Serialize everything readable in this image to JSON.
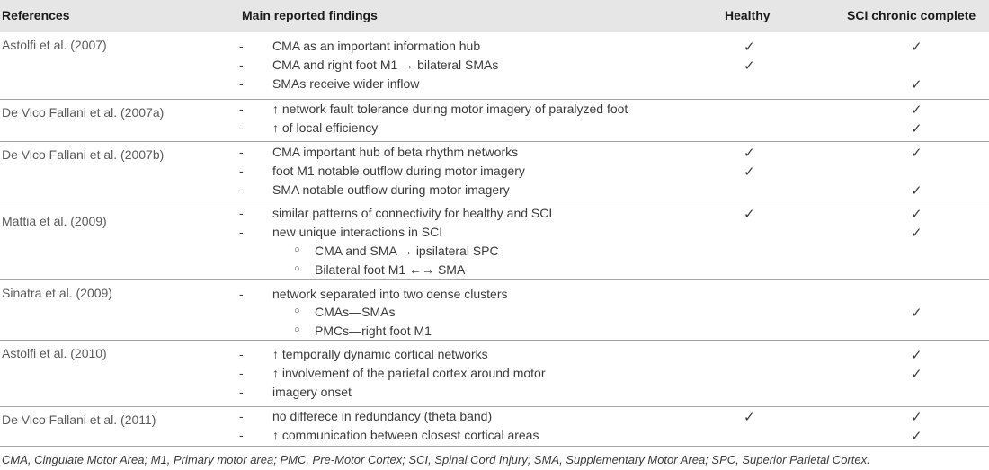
{
  "header": {
    "references": "References",
    "findings": "Main reported findings",
    "healthy": "Healthy",
    "sci": "SCI chronic complete"
  },
  "check_symbol": "✓",
  "rows": [
    {
      "reference": "Astolfi et al. (2007)",
      "findings": [
        {
          "text": "CMA as an important information hub",
          "sub": false,
          "healthy": true,
          "sci": true
        },
        {
          "text": "CMA and right foot M1 → bilateral SMAs",
          "sub": false,
          "healthy": true,
          "sci": false
        },
        {
          "text": "SMAs receive wider inflow",
          "sub": false,
          "healthy": false,
          "sci": true
        }
      ]
    },
    {
      "reference": "De Vico Fallani et al. (2007a)",
      "findings": [
        {
          "text": "↑ network fault tolerance during motor imagery of paralyzed foot",
          "sub": false,
          "healthy": false,
          "sci": true
        },
        {
          "text": "↑ of local efficiency",
          "sub": false,
          "healthy": false,
          "sci": true
        }
      ]
    },
    {
      "reference": "De Vico Fallani et al. (2007b)",
      "findings": [
        {
          "text": "CMA important hub of beta rhythm networks",
          "sub": false,
          "healthy": true,
          "sci": true
        },
        {
          "text": "foot M1 notable outflow during motor imagery",
          "sub": false,
          "healthy": true,
          "sci": false
        },
        {
          "text": "SMA notable outflow during motor imagery",
          "sub": false,
          "healthy": false,
          "sci": true
        }
      ]
    },
    {
      "reference": "Mattia et al. (2009)",
      "findings": [
        {
          "text": "similar patterns of connectivity for healthy and SCI",
          "sub": false,
          "healthy": true,
          "sci": true
        },
        {
          "text": "new unique interactions in SCI",
          "sub": false,
          "healthy": false,
          "sci": true
        },
        {
          "text": "CMA and SMA → ipsilateral SPC",
          "sub": true,
          "healthy": false,
          "sci": false
        },
        {
          "text": "Bilateral foot M1 ←→ SMA",
          "sub": true,
          "healthy": false,
          "sci": false
        }
      ]
    },
    {
      "reference": "Sinatra et al. (2009)",
      "findings": [
        {
          "text": "network separated into two dense clusters",
          "sub": false,
          "healthy": false,
          "sci": false
        },
        {
          "text": "CMAs—SMAs",
          "sub": true,
          "healthy": false,
          "sci": true
        },
        {
          "text": "PMCs—right foot M1",
          "sub": true,
          "healthy": false,
          "sci": false
        }
      ]
    },
    {
      "reference": "Astolfi et al. (2010)",
      "findings": [
        {
          "text": "↑ temporally dynamic cortical networks",
          "sub": false,
          "healthy": false,
          "sci": true
        },
        {
          "text": "↑ involvement of the parietal cortex around motor",
          "sub": false,
          "healthy": false,
          "sci": true
        },
        {
          "text": "imagery onset",
          "sub": false,
          "healthy": false,
          "sci": false
        }
      ]
    },
    {
      "reference": "De Vico Fallani et al. (2011)",
      "findings": [
        {
          "text": "no differece in redundancy (theta band)",
          "sub": false,
          "healthy": true,
          "sci": true
        },
        {
          "text": "↑ communication between closest cortical areas",
          "sub": false,
          "healthy": false,
          "sci": true
        }
      ]
    }
  ],
  "footnote": "CMA, Cingulate Motor Area; M1, Primary motor area; PMC, Pre-Motor Cortex; SCI, Spinal Cord Injury; SMA, Supplementary Motor Area; SPC, Superior Parietal Cortex."
}
